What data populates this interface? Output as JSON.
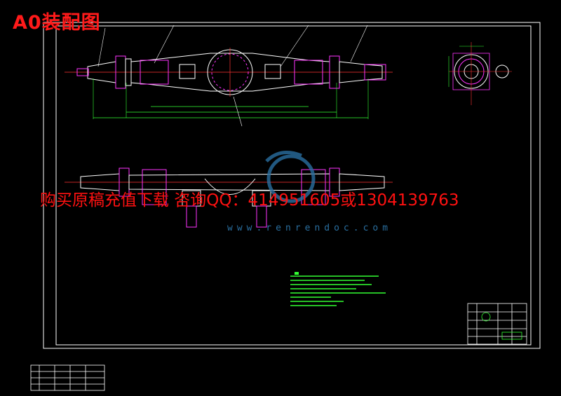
{
  "drawing": {
    "title": "A0装配图",
    "promo_text": "购买原稿充值下载 咨询QQ：414951605或1304139763",
    "watermark": "www.renrendoc.com"
  },
  "colors": {
    "background": "#000000",
    "lines": "#ffffff",
    "magenta": "#ff33ff",
    "green": "#33ff33",
    "red": "#ff2222",
    "watermark": "#2a6fa0"
  }
}
